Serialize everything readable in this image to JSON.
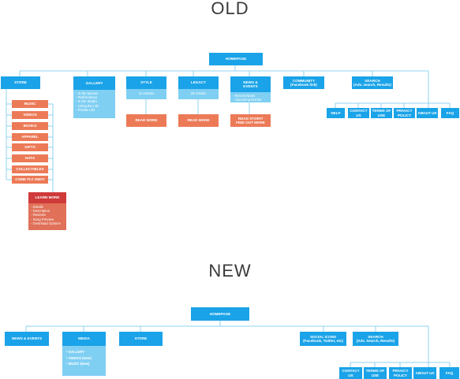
{
  "old": {
    "heading": "OLD",
    "homepage": "HOMEPAGE",
    "store": "STORE",
    "store_items": [
      "MUSIC",
      "VIDEOS",
      "BOOKS",
      "APPAREL",
      "GIFTS",
      "HATS",
      "COLLECTIBLES",
      "COME FLY AWAY"
    ],
    "learn_more": "LEARN MORE",
    "learn_more_details": "- Details\n- Description\n- Reviews\n- Song Preview\n- Download Options",
    "gallery": "GALLERY",
    "gallery_details": "- In the Movies\n- Performance\n- In the Studio\n- Living the Life\n- Private Life",
    "style": "STYLE",
    "style_details": "11 Articles",
    "style_read_more": "READ MORE",
    "legacy": "LEGACY",
    "legacy_details": "18 Articles",
    "legacy_read_more": "READ MORE",
    "news_events": "NEWS &\nEVENTS",
    "news_details": "- Recent News\n- Upcoming Events",
    "news_read_more": "READ STORY/\nFIND OUT MORE",
    "community": "COMMUNITY\n(Facebook link)",
    "search": "SEARCH\n(Adv. search, Results)",
    "footer_items": [
      "HELP",
      "CONTACT\nUS",
      "TERMS OF\nUSE",
      "PRIVACY\nPOLICY",
      "ABOUT US",
      "FAQ"
    ]
  },
  "new": {
    "heading": "NEW",
    "homepage": "HOMEPAGE",
    "news_events": "NEWS & EVENTS",
    "media": "MEDIA",
    "media_details": "• GALLERY\n• VIDEOS (New)\n• MUSIC (New)",
    "store": "STORE",
    "social": "SOCIAL ICONS\n(Facebook, Twitter, etc)",
    "search": "SEARCH\n(Adv. Search, Results)",
    "footer_items": [
      "CONTACT\nUS",
      "TERMS OF\nUSE",
      "PRIVACY\nPOLICY",
      "ABOUT US",
      "FAQ"
    ]
  },
  "colors": {
    "primary_blue": "#1aa3e8",
    "light_blue": "#7fcff3",
    "orange": "#ec7a57",
    "red": "#cf3a3a",
    "connector": "#8fd3f2"
  }
}
